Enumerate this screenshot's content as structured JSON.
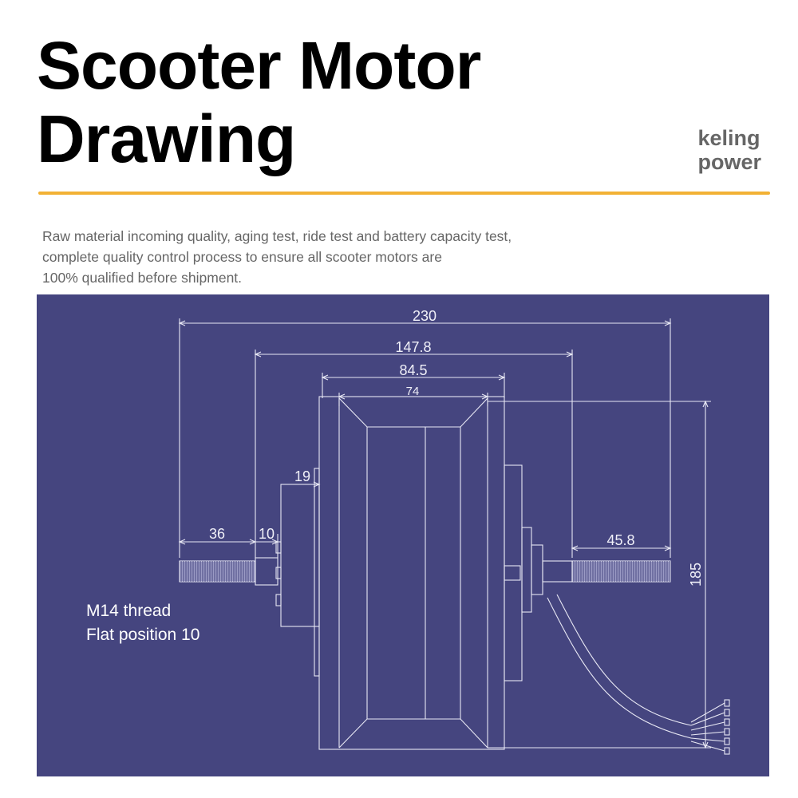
{
  "title": {
    "line1": "Scooter Motor",
    "line2": "Drawing"
  },
  "brand": {
    "line1": "keling",
    "line2": "power"
  },
  "description": {
    "line1": "Raw material incoming quality, aging test, ride test and battery capacity test,",
    "line2": "complete quality control process to ensure all scooter motors are",
    "line3": "100% qualified before shipment."
  },
  "drawing": {
    "dimensions": {
      "overall_length": "230",
      "flange_span": "147.8",
      "hub_width": "84.5",
      "rim_width": "74",
      "left_shoulder": "19",
      "left_axle": "36",
      "left_spacer": "10",
      "right_axle": "45.8",
      "diameter": "185"
    },
    "notes": {
      "line1": "M14 thread",
      "line2": "Flat position 10"
    }
  },
  "colors": {
    "accent_rule": "#f2b134",
    "drawing_background": "#45457f",
    "line_color": "#e8e8f4"
  }
}
